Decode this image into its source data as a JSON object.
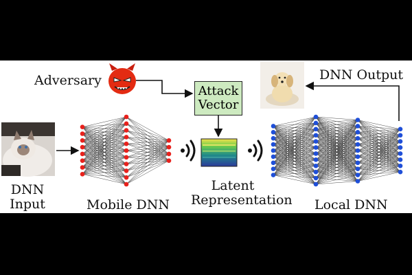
{
  "labels": {
    "adversary": "Adversary",
    "attack_vector_line1": "Attack",
    "attack_vector_line2": "Vector",
    "dnn_output": "DNN Output",
    "dnn_input_line1": "DNN",
    "dnn_input_line2": "Input",
    "mobile_dnn": "Mobile DNN",
    "latent_line1": "Latent",
    "latent_line2": "Representation",
    "local_dnn": "Local DNN"
  },
  "colors": {
    "mobile_nodes": "#e8211c",
    "local_nodes": "#1f4fd8",
    "attack_box": "#cdeac0",
    "devil": "#e32b12",
    "background": "#000000",
    "panel": "#ffffff"
  },
  "networks": {
    "mobile_layers": [
      8,
      11,
      4
    ],
    "local_layers": [
      9,
      12,
      11,
      8
    ]
  },
  "icons": {
    "input_image": "cat-photo",
    "output_image": "puppy-photo",
    "adversary": "devil-icon",
    "latent": "spectrogram-icon",
    "transmit": "wireless-signal-icon"
  }
}
